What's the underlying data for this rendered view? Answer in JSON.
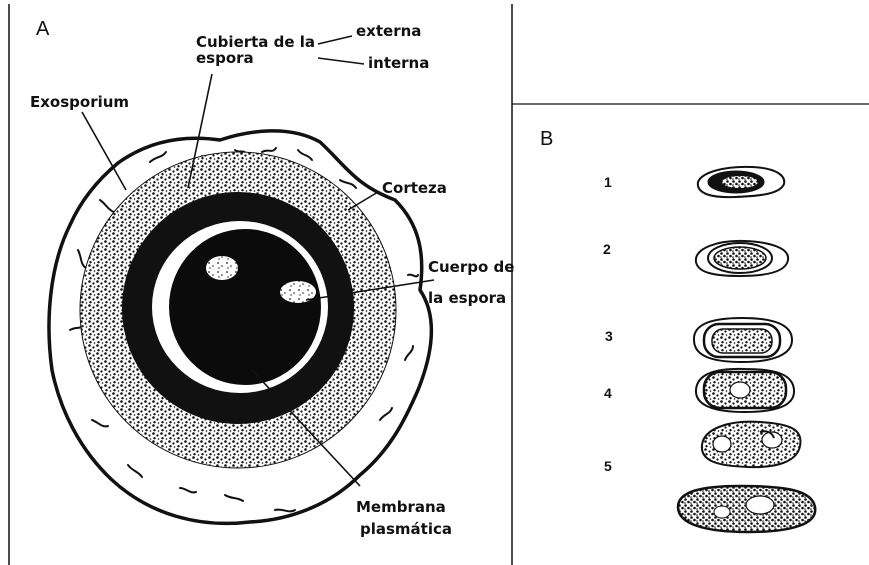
{
  "panel_a": {
    "letter": "A",
    "labels": {
      "cubierta_line1": "Cubierta de la",
      "cubierta_line2": "espora",
      "externa": "externa",
      "interna": "interna",
      "exosporium": "Exosporium",
      "corteza": "Corteza",
      "cuerpo_line1": "Cuerpo de",
      "cuerpo_line2": "la espora",
      "membrana_line1": "Membrana",
      "membrana_line2": "plasmática"
    }
  },
  "panel_b": {
    "letter": "B",
    "numbers": [
      "1",
      "2",
      "3",
      "4",
      "5"
    ]
  },
  "colors": {
    "ink": "#111111",
    "background": "#ffffff"
  }
}
